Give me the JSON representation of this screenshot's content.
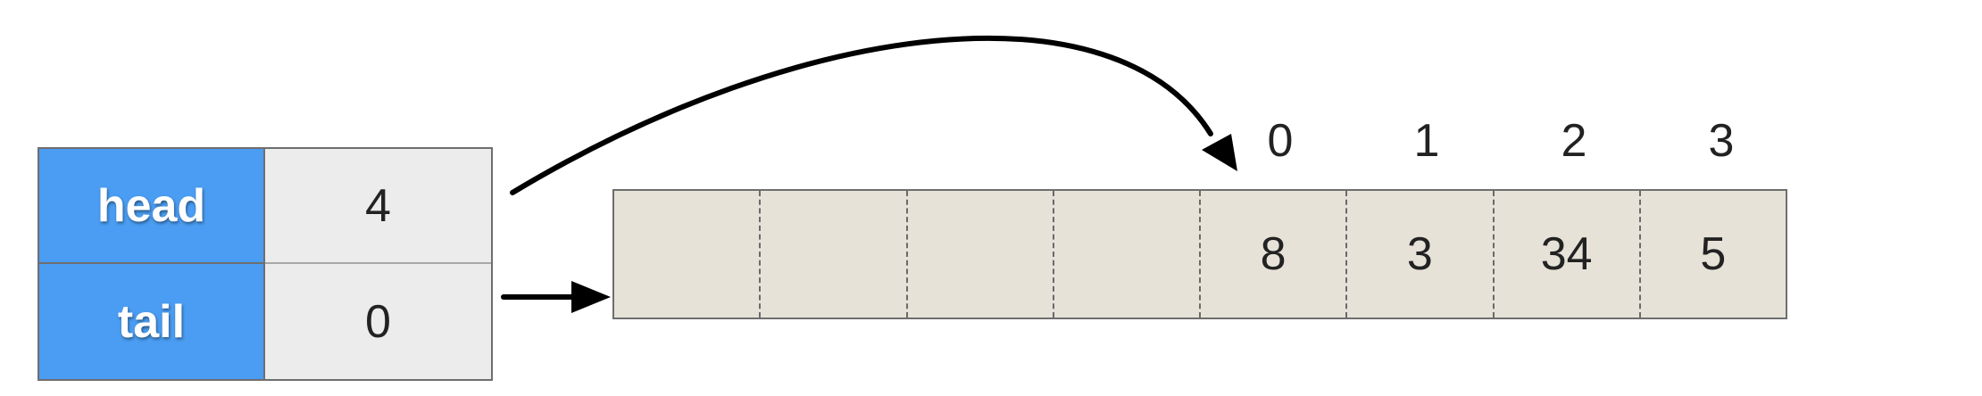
{
  "pointers": [
    {
      "label": "head",
      "value": "4"
    },
    {
      "label": "tail",
      "value": "0"
    }
  ],
  "array": {
    "cells": [
      "",
      "",
      "",
      "",
      "8",
      "3",
      "34",
      "5"
    ],
    "index_labels": [
      "0",
      "1",
      "2",
      "3"
    ]
  },
  "colors": {
    "pointer_label_bg": "#4a9df2",
    "pointer_value_bg": "#ececec",
    "array_bg": "#e6e2d8",
    "arrow": "#000000"
  }
}
